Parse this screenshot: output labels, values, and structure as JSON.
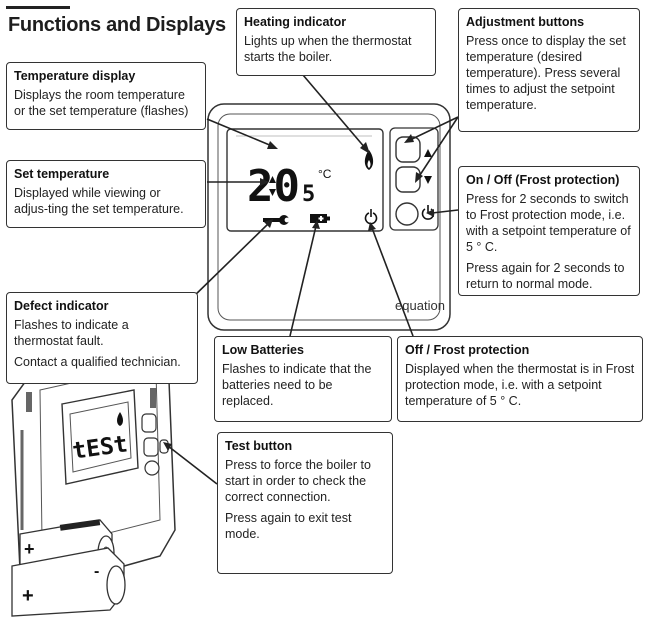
{
  "page_title": "Functions and Displays",
  "lcd": {
    "main_digits": "20",
    "decimal_digit": "5",
    "unit": "°C"
  },
  "device_brand": "equation",
  "test_lcd_text": "tESt",
  "battery_signs": [
    "+",
    "-",
    "+"
  ],
  "callouts": {
    "heating": {
      "title": "Heating indicator",
      "body": "Lights up when the thermostat starts the boiler."
    },
    "adjustment": {
      "title": "Adjustment buttons",
      "body": "Press once to display the set temperature (desired temperature). Press several times to adjust the setpoint temperature."
    },
    "temperature_display": {
      "title": "Temperature display",
      "body": "Displays the room temperature or the set temperature (flashes)"
    },
    "set_temperature": {
      "title": "Set temperature",
      "body": "Displayed while viewing or adjus-ting the set temperature."
    },
    "onoff": {
      "title": "On / Off (Frost protection)",
      "body1": "Press for 2 seconds to switch to Frost protection mode, i.e. with a setpoint temperature of 5 ° C.",
      "body2": "Press again for 2 seconds to return to normal mode."
    },
    "defect": {
      "title": "Defect indicator",
      "body1": "Flashes to indicate a thermostat fault.",
      "body2": "Contact a qualified technician."
    },
    "low_batteries": {
      "title": "Low Batteries",
      "body": "Flashes to indicate that the batteries need to be replaced."
    },
    "frost": {
      "title": "Off / Frost protection",
      "body": "Displayed when the thermostat is in Frost protection mode, i.e. with a setpoint temperature of 5 ° C."
    },
    "test_button": {
      "title": "Test button",
      "body1": "Press to force the boiler to start in order to check the correct connection.",
      "body2": "Press again to exit test mode."
    }
  }
}
